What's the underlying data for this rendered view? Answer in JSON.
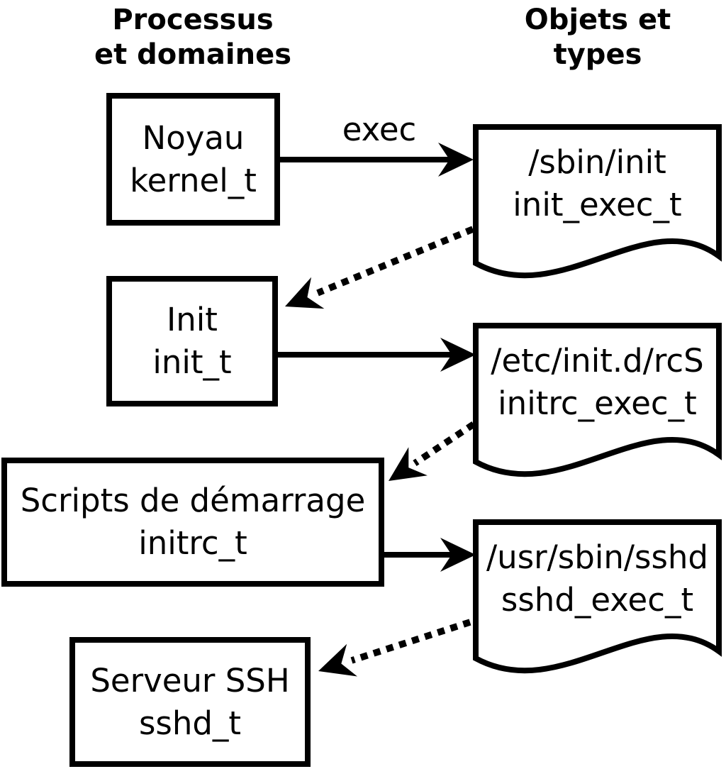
{
  "colors": {
    "ink": "#000000",
    "background": "#ffffff"
  },
  "headers": {
    "left": "Processus\net domaines",
    "right": "Objets et\ntypes"
  },
  "process_boxes": [
    {
      "name": "Noyau",
      "domain": "kernel_t"
    },
    {
      "name": "Init",
      "domain": "init_t"
    },
    {
      "name": "Scripts de démarrage",
      "domain": "initrc_t"
    },
    {
      "name": "Serveur SSH",
      "domain": "sshd_t"
    }
  ],
  "object_docs": [
    {
      "path": "/sbin/init",
      "type": "init_exec_t"
    },
    {
      "path": "/etc/init.d/rcS",
      "type": "initrc_exec_t"
    },
    {
      "path": "/usr/sbin/sshd",
      "type": "sshd_exec_t"
    }
  ],
  "edges": {
    "exec_label": "exec",
    "solid": [
      {
        "from": "kernel_t",
        "to": "init_exec_t",
        "label": "exec"
      },
      {
        "from": "init_t",
        "to": "initrc_exec_t",
        "label": ""
      },
      {
        "from": "initrc_t",
        "to": "sshd_exec_t",
        "label": ""
      }
    ],
    "dotted": [
      {
        "from": "init_exec_t",
        "to": "init_t"
      },
      {
        "from": "initrc_exec_t",
        "to": "initrc_t"
      },
      {
        "from": "sshd_exec_t",
        "to": "sshd_t"
      }
    ]
  }
}
